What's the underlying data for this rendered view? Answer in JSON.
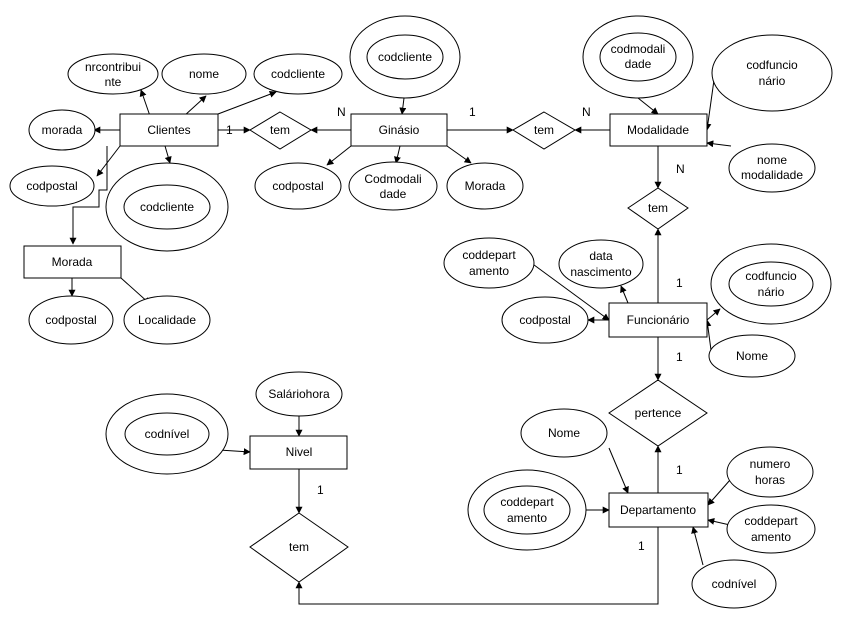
{
  "entities": {
    "clientes": "Clientes",
    "ginasio": "Ginásio",
    "modalidade": "Modalidade",
    "morada": "Morada",
    "funcionario": "Funcionário",
    "departamento": "Departamento",
    "nivel": "Nivel"
  },
  "relationships": {
    "tem_clientes_ginasio": "tem",
    "tem_ginasio_modalidade": "tem",
    "tem_modalidade_funcionario": "tem",
    "pertence": "pertence",
    "tem_nivel_departamento": "tem"
  },
  "attributes": {
    "nrcontribuinte": [
      "nrcontribui",
      "nte"
    ],
    "clientes_nome": "nome",
    "clientes_codcliente": "codcliente",
    "clientes_morada": "morada",
    "clientes_codpostal": "codpostal",
    "clientes_key_codcliente": "codcliente",
    "ginasio_key_codcliente": "codcliente",
    "ginasio_codpostal": "codpostal",
    "ginasio_codmodalidade": [
      "Codmodali",
      "dade"
    ],
    "ginasio_morada": "Morada",
    "modalidade_key_codmodalidade": [
      "codmodali",
      "dade"
    ],
    "modalidade_codfuncionario": [
      "codfuncio",
      "nário"
    ],
    "modalidade_nome": [
      "nome",
      "modalidade"
    ],
    "morada_codpostal": "codpostal",
    "morada_localidade": "Localidade",
    "funcionario_data_nascimento": [
      "data",
      "nascimento"
    ],
    "funcionario_coddepartamento": [
      "coddepart",
      "amento"
    ],
    "funcionario_codpostal": "codpostal",
    "funcionario_key_codfuncionario": [
      "codfuncio",
      "nário"
    ],
    "funcionario_nome": "Nome",
    "departamento_nome": "Nome",
    "departamento_key_coddepartamento": [
      "coddepart",
      "amento"
    ],
    "departamento_numero_horas": [
      "numero",
      "horas"
    ],
    "departamento_coddepartamento": [
      "coddepart",
      "amento"
    ],
    "departamento_codnivel": "codnível",
    "nivel_salariohora": "Saláriohora",
    "nivel_key_codnivel": "codnível"
  },
  "cardinalities": {
    "clientes_tem": "1",
    "ginasio_tem_n": "N",
    "ginasio_tem_1": "1",
    "modalidade_tem_n": "N",
    "modalidade_down_n": "N",
    "funcionario_up_1": "1",
    "funcionario_down_1": "1",
    "departamento_up_1": "1",
    "departamento_down_1": "1",
    "nivel_down_1": "1"
  }
}
